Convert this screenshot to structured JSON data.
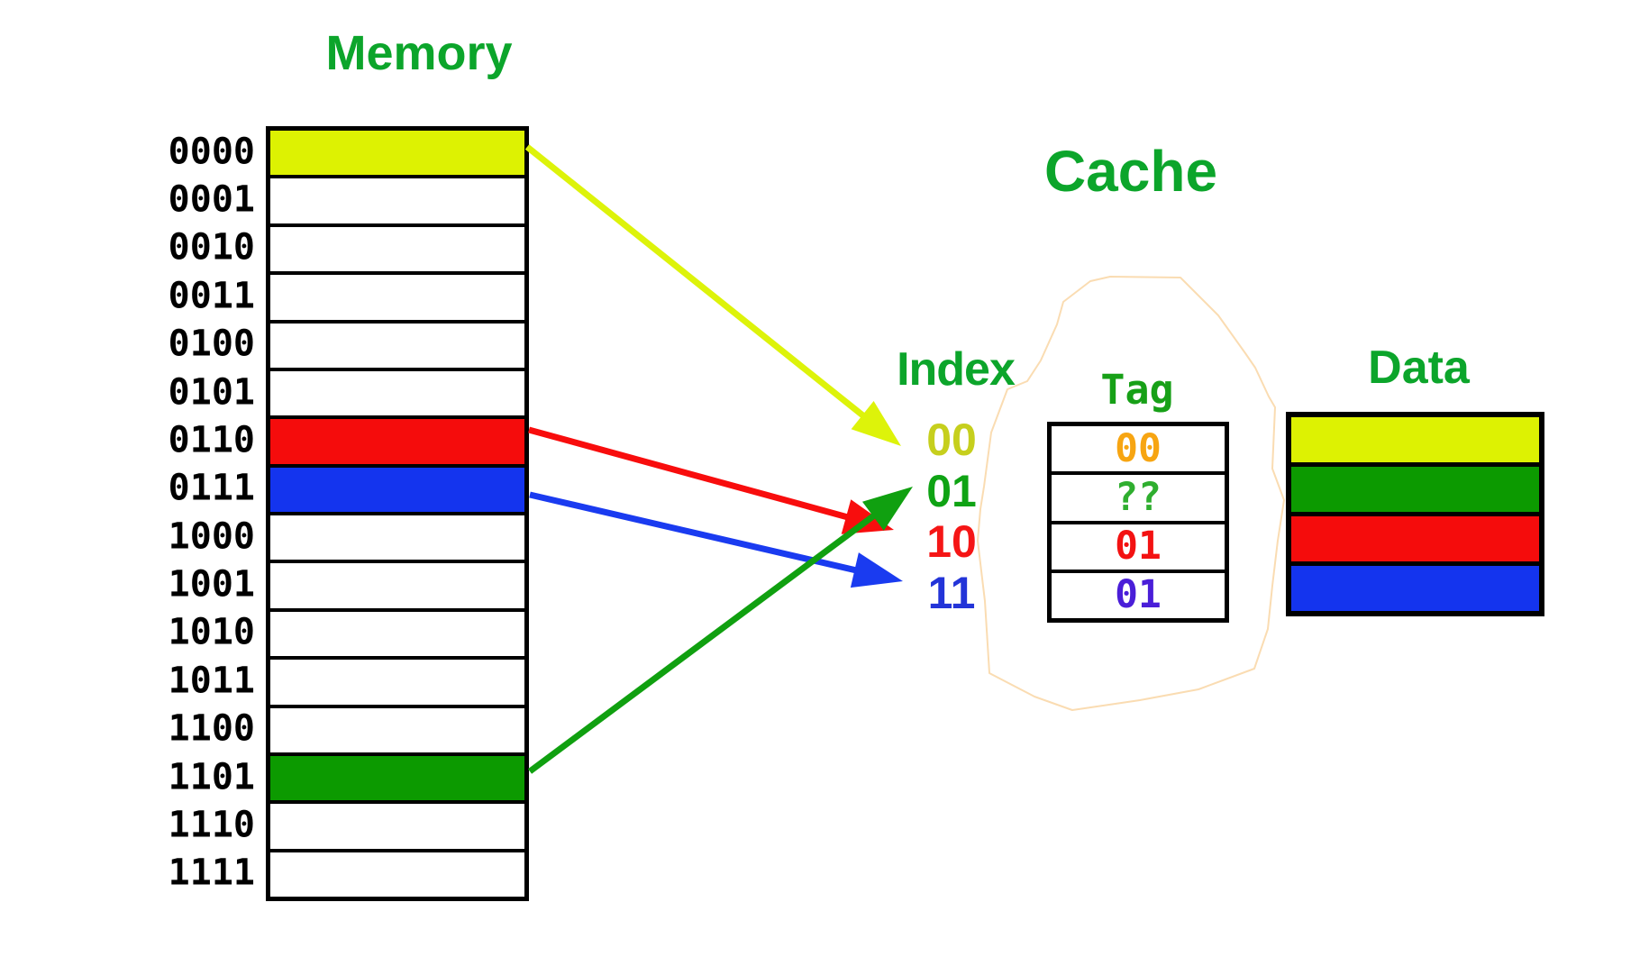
{
  "palette": {
    "background": "#ffffff",
    "ink": "#000000",
    "title_green": "#0ca52b",
    "tag_green": "#17a017",
    "cache_outline_peach": "#fadcb2"
  },
  "memory": {
    "title": "Memory",
    "rows": [
      {
        "address": "0000",
        "fill": "#ddf202"
      },
      {
        "address": "0001",
        "fill": "#ffffff"
      },
      {
        "address": "0010",
        "fill": "#ffffff"
      },
      {
        "address": "0011",
        "fill": "#ffffff"
      },
      {
        "address": "0100",
        "fill": "#ffffff"
      },
      {
        "address": "0101",
        "fill": "#ffffff"
      },
      {
        "address": "0110",
        "fill": "#f50c0c"
      },
      {
        "address": "0111",
        "fill": "#1434ee"
      },
      {
        "address": "1000",
        "fill": "#ffffff"
      },
      {
        "address": "1001",
        "fill": "#ffffff"
      },
      {
        "address": "1010",
        "fill": "#ffffff"
      },
      {
        "address": "1011",
        "fill": "#ffffff"
      },
      {
        "address": "1100",
        "fill": "#ffffff"
      },
      {
        "address": "1101",
        "fill": "#0c9a00"
      },
      {
        "address": "1110",
        "fill": "#ffffff"
      },
      {
        "address": "1111",
        "fill": "#ffffff"
      }
    ]
  },
  "cache": {
    "title": "Cache",
    "index": {
      "title": "Index",
      "items": [
        {
          "value": "00",
          "color": "#c6cf1d"
        },
        {
          "value": "01",
          "color": "#0fa314"
        },
        {
          "value": "10",
          "color": "#f51616"
        },
        {
          "value": "11",
          "color": "#2334d8"
        }
      ]
    },
    "tag": {
      "title": "Tag",
      "items": [
        {
          "value": "00",
          "color": "#f7a512"
        },
        {
          "value": "??",
          "color": "#2fae2f"
        },
        {
          "value": "01",
          "color": "#f31212"
        },
        {
          "value": "01",
          "color": "#4a1ed8"
        }
      ]
    },
    "data": {
      "title": "Data",
      "items": [
        {
          "fill": "#ddf202"
        },
        {
          "fill": "#0c9a00"
        },
        {
          "fill": "#f50c0c"
        },
        {
          "fill": "#1434ee"
        }
      ]
    }
  },
  "arrows": [
    {
      "from_address": "0000",
      "to_index": "00",
      "color": "#ddf30a"
    },
    {
      "from_address": "0110",
      "to_index": "10",
      "color": "#f80d0d"
    },
    {
      "from_address": "0111",
      "to_index": "11",
      "color": "#1a3bf0"
    },
    {
      "from_address": "1101",
      "to_index": "01",
      "color": "#10a010"
    }
  ]
}
